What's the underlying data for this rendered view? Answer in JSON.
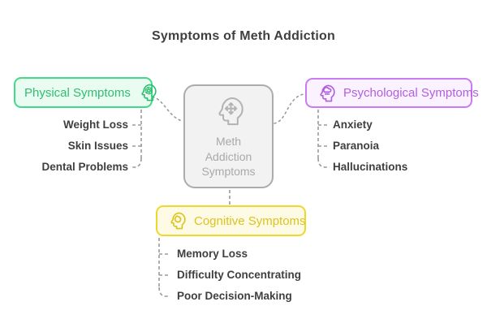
{
  "title": "Symptoms of Meth Addiction",
  "center": {
    "label": "Meth Addiction Symptoms",
    "icon": "head-move-arrows-icon"
  },
  "branches": {
    "physical": {
      "label": "Physical Symptoms",
      "icon": "head-gear-icon",
      "text_color": "#2EBE71",
      "border_color": "#44D88A",
      "fill_color": "#EAFBF1",
      "items": [
        "Weight Loss",
        "Skin Issues",
        "Dental Problems"
      ]
    },
    "psychological": {
      "label": "Psychological Symptoms",
      "icon": "head-cloud-icon",
      "text_color": "#B15EE0",
      "border_color": "#C97BF0",
      "fill_color": "#FAF2FF",
      "items": [
        "Anxiety",
        "Paranoia",
        "Hallucinations"
      ]
    },
    "cognitive": {
      "label": "Cognitive Symptoms",
      "icon": "head-brain-icon",
      "text_color": "#DCC41E",
      "border_color": "#EDD92E",
      "fill_color": "#FDFAE5",
      "items": [
        "Memory Loss",
        "Difficulty Concentrating",
        "Poor Decision-Making"
      ]
    }
  },
  "center_colors": {
    "border": "#ACACAC",
    "fill": "#F2F2F2",
    "text": "#A9A9A9"
  },
  "connector_color": "#9B9B9B",
  "item_text_color": "#3F3F3F"
}
